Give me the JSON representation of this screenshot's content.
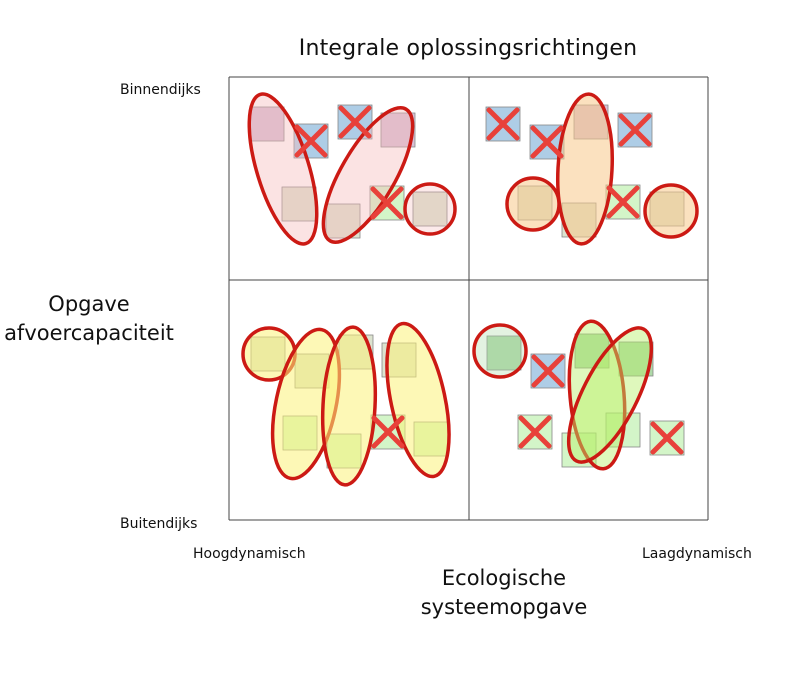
{
  "title": "Integrale oplossingsrichtingen",
  "y_axis": {
    "label_line1": "Opgave",
    "label_line2": "afvoercapaciteit",
    "top": "Binnendijks",
    "bottom": "Buitendijks"
  },
  "x_axis": {
    "label_line1": "Ecologische",
    "label_line2": "systeemopgave",
    "left": "Hoogdynamisch",
    "right": "Laagdynamisch"
  },
  "colors": {
    "red": "#cc1a14",
    "cross": "#e8413a",
    "blue_box": "#aecde6",
    "green_box": "#d3f5c8",
    "pink_box": "#d8c0d6",
    "grey_box": "#dce3cf"
  }
}
